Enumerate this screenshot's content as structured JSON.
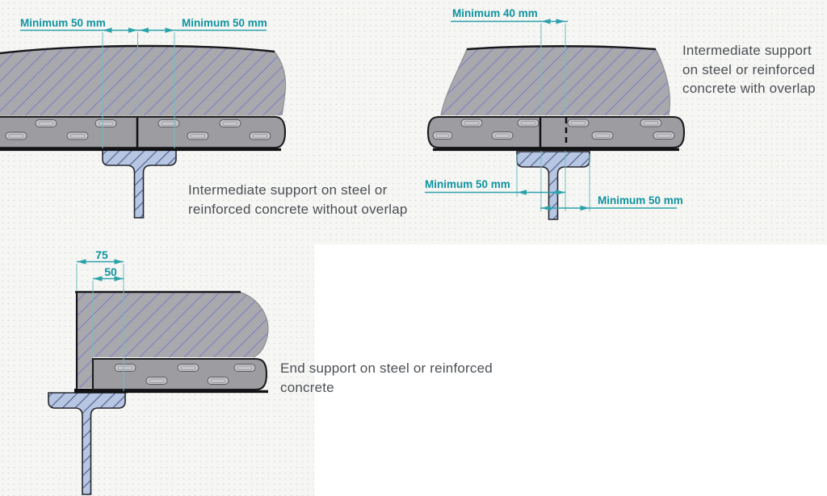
{
  "colors": {
    "panel_bg": "#f6f6f4",
    "dimension_line_teal": "#2aa2aa",
    "dimension_text_teal": "#0f939f",
    "concrete_gray": "#a9a9ad",
    "concrete_hatch_purple": "#8284c2",
    "decking_gray": "#9c9ca1",
    "steel_beam_blue": "#b7c6e2",
    "steel_hatch_blue": "#50618c",
    "caption_gray": "#4b4f54"
  },
  "diagrams": {
    "intermediate_no_overlap": {
      "caption": {
        "line1": "Intermediate support on steel or",
        "line2": "reinforced concrete without overlap"
      },
      "dim_left": "Minimum 50 mm",
      "dim_right": "Minimum 50 mm"
    },
    "intermediate_overlap": {
      "caption": {
        "line1": "Intermediate support",
        "line2": "on steel or reinforced",
        "line3": "concrete with overlap"
      },
      "dim_overlap": "Minimum 40 mm",
      "dim_left": "Minimum 50 mm",
      "dim_right": "Minimum 50 mm"
    },
    "end_support": {
      "caption": {
        "line1": "End support on steel or reinforced",
        "line2": "concrete"
      },
      "dim_outer": "75",
      "dim_inner": "50"
    }
  }
}
